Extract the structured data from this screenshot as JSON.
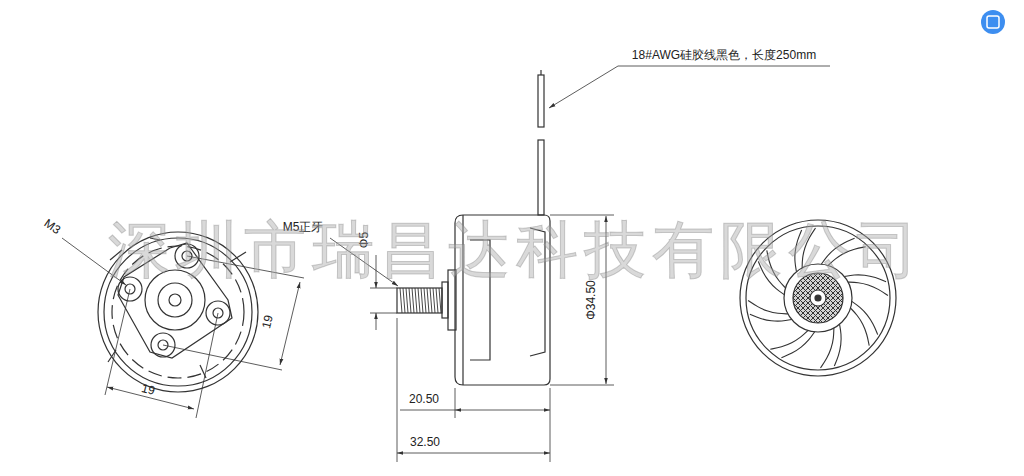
{
  "diagram": {
    "labels": [
      "18#AWG硅胶线黑色，长度250mm",
      "M5正牙",
      "Φ5",
      "Φ34.50",
      "M3",
      "19",
      "19",
      "20.50",
      "32.50",
      "深圳市瑞昌达科技有限公司"
    ]
  }
}
